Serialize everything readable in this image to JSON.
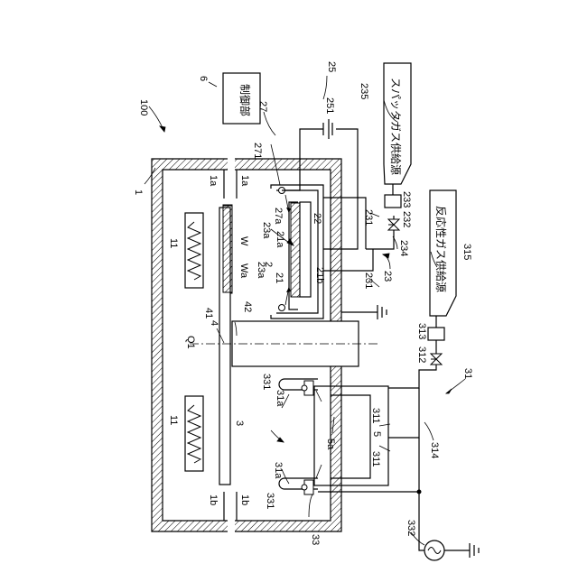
{
  "labels": {
    "l100": "100",
    "l1": "1",
    "l1a_top": "1a",
    "l1a_bottom": "1a",
    "l1b_left": "1b",
    "l1b_right": "1b",
    "l2": "2",
    "l3": "3",
    "l4": "4",
    "l5": "5",
    "l5a": "5a",
    "l6": "6",
    "l11_top": "11",
    "l11_bottom": "11",
    "l21": "21",
    "l21a": "21a",
    "l21b": "21b",
    "l22": "22",
    "l23": "23",
    "l23a_top": "23a",
    "l23a_bottom": "23a",
    "l25": "25",
    "l27": "27",
    "l27a": "27a",
    "l31": "31",
    "l31a_top": "31a",
    "l31a_bottom": "31a",
    "l33": "33",
    "l41": "41",
    "l42": "42",
    "l231_a": "231",
    "l231_b": "231",
    "l232": "232",
    "l233": "233",
    "l234": "234",
    "l235": "235",
    "l251": "251",
    "l271": "271",
    "l311_top": "311",
    "l311_bottom": "311",
    "l312": "312",
    "l313": "313",
    "l314": "314",
    "l315": "315",
    "l331_top": "331",
    "l331_bottom": "331",
    "l332": "332",
    "lW": "W",
    "lWa": "Wa",
    "lQ1": "Q1"
  },
  "boxes": {
    "controller": "制御部",
    "sputter_gas_source": "スパッタガス供給源",
    "reactive_gas_source": "反応性ガス供給源"
  }
}
